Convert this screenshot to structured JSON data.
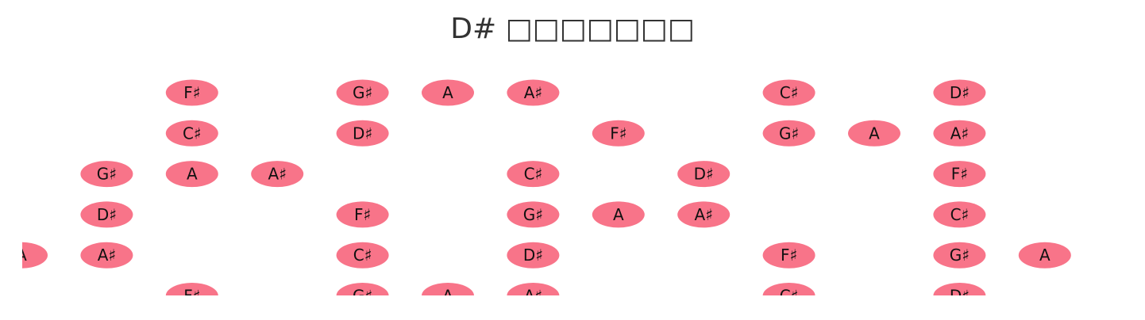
{
  "title": "D# □□□□□□□",
  "colors": {
    "note_fill": "#f87489",
    "note_text": "#111111",
    "title_text": "#333333",
    "background": "#ffffff"
  },
  "fretboard": {
    "strings": 6,
    "frets_visible": 14,
    "notes": [
      {
        "string": 1,
        "fret": 2,
        "label": "F♯"
      },
      {
        "string": 1,
        "fret": 4,
        "label": "G♯"
      },
      {
        "string": 1,
        "fret": 5,
        "label": "A"
      },
      {
        "string": 1,
        "fret": 6,
        "label": "A♯"
      },
      {
        "string": 1,
        "fret": 9,
        "label": "C♯"
      },
      {
        "string": 1,
        "fret": 11,
        "label": "D♯"
      },
      {
        "string": 2,
        "fret": 2,
        "label": "C♯"
      },
      {
        "string": 2,
        "fret": 4,
        "label": "D♯"
      },
      {
        "string": 2,
        "fret": 7,
        "label": "F♯"
      },
      {
        "string": 2,
        "fret": 9,
        "label": "G♯"
      },
      {
        "string": 2,
        "fret": 10,
        "label": "A"
      },
      {
        "string": 2,
        "fret": 11,
        "label": "A♯"
      },
      {
        "string": 3,
        "fret": 1,
        "label": "G♯"
      },
      {
        "string": 3,
        "fret": 2,
        "label": "A"
      },
      {
        "string": 3,
        "fret": 3,
        "label": "A♯"
      },
      {
        "string": 3,
        "fret": 6,
        "label": "C♯"
      },
      {
        "string": 3,
        "fret": 8,
        "label": "D♯"
      },
      {
        "string": 3,
        "fret": 11,
        "label": "F♯"
      },
      {
        "string": 4,
        "fret": 1,
        "label": "D♯"
      },
      {
        "string": 4,
        "fret": 4,
        "label": "F♯"
      },
      {
        "string": 4,
        "fret": 6,
        "label": "G♯"
      },
      {
        "string": 4,
        "fret": 7,
        "label": "A"
      },
      {
        "string": 4,
        "fret": 8,
        "label": "A♯"
      },
      {
        "string": 4,
        "fret": 11,
        "label": "C♯"
      },
      {
        "string": 5,
        "fret": 0,
        "label": "A"
      },
      {
        "string": 5,
        "fret": 1,
        "label": "A♯"
      },
      {
        "string": 5,
        "fret": 4,
        "label": "C♯"
      },
      {
        "string": 5,
        "fret": 6,
        "label": "D♯"
      },
      {
        "string": 5,
        "fret": 9,
        "label": "F♯"
      },
      {
        "string": 5,
        "fret": 11,
        "label": "G♯"
      },
      {
        "string": 5,
        "fret": 12,
        "label": "A"
      },
      {
        "string": 6,
        "fret": 2,
        "label": "F♯"
      },
      {
        "string": 6,
        "fret": 4,
        "label": "G♯"
      },
      {
        "string": 6,
        "fret": 5,
        "label": "A"
      },
      {
        "string": 6,
        "fret": 6,
        "label": "A♯"
      },
      {
        "string": 6,
        "fret": 9,
        "label": "C♯"
      },
      {
        "string": 6,
        "fret": 11,
        "label": "D♯"
      }
    ]
  }
}
